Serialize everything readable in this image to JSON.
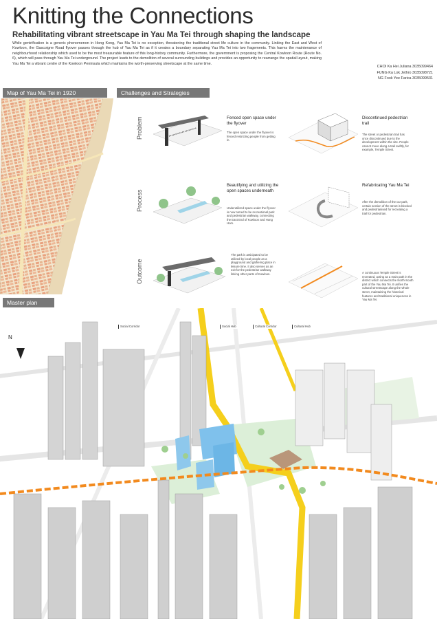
{
  "header": {
    "title": "Knitting the Connections",
    "subtitle": "Rehabilitating vibrant streetscape in Yau Ma Tei through shaping the landscape",
    "intro": "While gentrification is a generic phenomenon in Hong Kong, Yau Ma Tei is no exception, threatening the traditional street life culture in the community. Linking the East and West of Kowloon, the Gascoigne Road flyover passes through the hub of Yau Ma Tei as if it creates a boundary separating Yau Ma Tei into two fragements. This harms the maintenance of neighbourhood relationship which used to be the most treasurable feature of this long-history community. Furthermore, the government is proposing the Central Kowloon Route (Route No. 6), which will pass through Yau Ma Tei underground. The project leads to the demolition of several surrounding buildings and provides an opportunity to rearrange the spatial layout, making Yau Ma Tei a vibrant centre of the Kowloon Peninsula which maintains the worth-preserving streetscape at the same time.",
    "authors": [
      "CHOI Ka Hei Juliana 3035099464",
      "FUNG Ka Lok Jethro 3035098721",
      "NG Fook Yee Farica 3035099531"
    ]
  },
  "sections": {
    "map": "Map of Yau Ma Tei in 1920",
    "challenges": "Challenges and Strategies",
    "masterplan": "Master plan"
  },
  "rows": {
    "problem": "Problem",
    "process": "Process",
    "outcome": "Outcome"
  },
  "cells": {
    "p1": {
      "title": "Fenced open space under the flyover",
      "desc": "The open space under the flyover is fenced restricting people from getting in."
    },
    "p2": {
      "title": "Discontinued pedestrian trail",
      "desc": "The street or pedestrian trail has once discontinued due to the development within the site. People cannot move along a trail swiftly, for example, Temple Street."
    },
    "r1": {
      "title": "Beautifying and utilizing the open spaces underneath",
      "desc": "Underutilized space under the flyover is now turned to be recreational park and pedestrian walkway, connecting the East End of Kowloon and Hung Hom."
    },
    "r2": {
      "title": "Refabricating Yau Ma Tei",
      "desc": "After the demolition of the car park, certain section of the street is blocked and pedestrianised for recreating a trail for pedestrian."
    },
    "o1": {
      "desc": "The park is anticipated to be utilized by local people as a playground and gathering place in leisure time. It also serves as an exit for the pedestrian walkway linking other parts of Kowloon."
    },
    "o2": {
      "desc": "A continuous Temple Street is recreated, acting as a main path in the district which connects the North-South part of the Yau Ma Tei. It unifies the cultural streetscape along the whole street, maintaining the historical features and traditional uniqueness in Yau Ma Tei."
    }
  },
  "masterplan": {
    "compass": "N",
    "labels": [
      "Social Corridor",
      "Social Hub",
      "Cultural Corridor",
      "Cultural Hub"
    ]
  }
}
